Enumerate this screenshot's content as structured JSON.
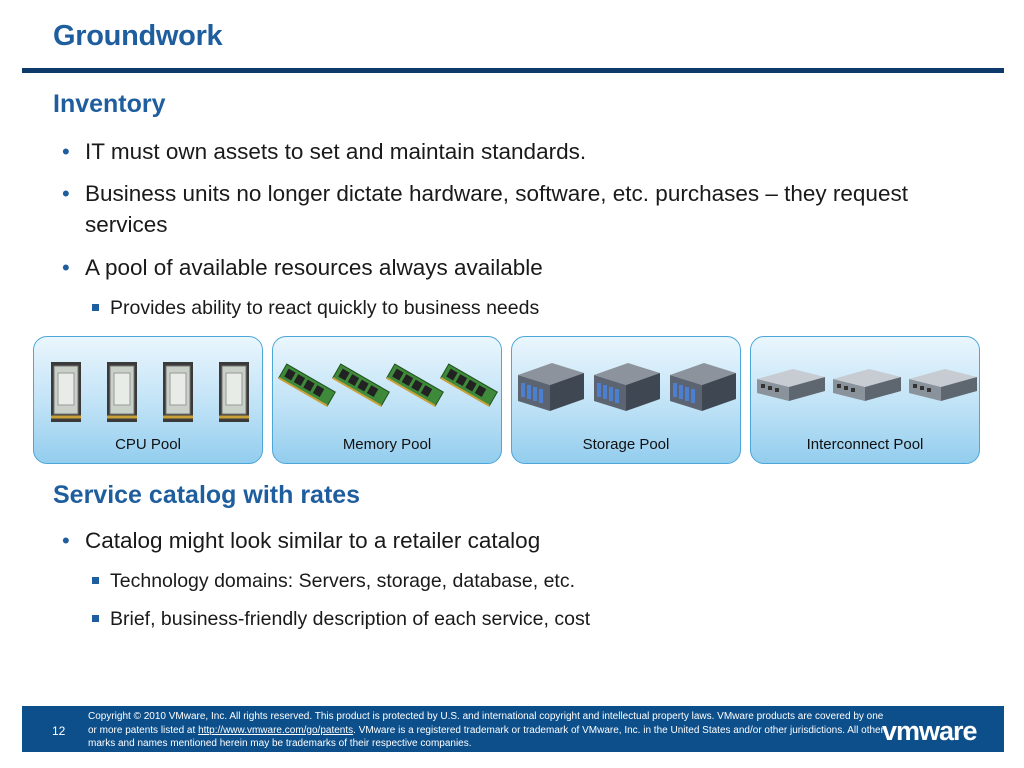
{
  "slide": {
    "title": "Groundwork",
    "section1": {
      "heading": "Inventory",
      "bullets": [
        "IT must own assets to set and maintain standards.",
        "Business units no longer dictate hardware, software, etc. purchases – they request services",
        "A pool of available resources always available"
      ],
      "sub_bullets": [
        "Provides ability to react quickly to business needs"
      ]
    },
    "pools": [
      {
        "label": "CPU Pool",
        "icon": "cpu-chip-icon"
      },
      {
        "label": "Memory Pool",
        "icon": "memory-module-icon"
      },
      {
        "label": "Storage Pool",
        "icon": "storage-array-icon"
      },
      {
        "label": "Interconnect Pool",
        "icon": "network-switch-icon"
      }
    ],
    "section2": {
      "heading": "Service catalog with rates",
      "bullets": [
        "Catalog might look similar to a retailer catalog"
      ],
      "sub_bullets": [
        "Technology domains: Servers, storage, database, etc.",
        "Brief, business-friendly description of each service, cost"
      ]
    }
  },
  "footer": {
    "page_number": "12",
    "copyright_part1": "Copyright © 2010 VMware, Inc. All rights reserved. This product is protected by U.S. and international copyright and intellectual property laws. VMware products are covered by one or more patents listed at ",
    "copyright_link": "http://www.vmware.com/go/patents",
    "copyright_part2": ". VMware is a registered trademark or trademark of VMware, Inc. in the United States and/or other jurisdictions. All other marks and names mentioned herein may be trademarks of their respective companies.",
    "logo_text": "vmware"
  },
  "colors": {
    "title_blue": "#1f5e9e",
    "rule_navy": "#0d3a6b",
    "footer_blue": "#0d4f8b",
    "pool_border": "#4ca6d8"
  }
}
